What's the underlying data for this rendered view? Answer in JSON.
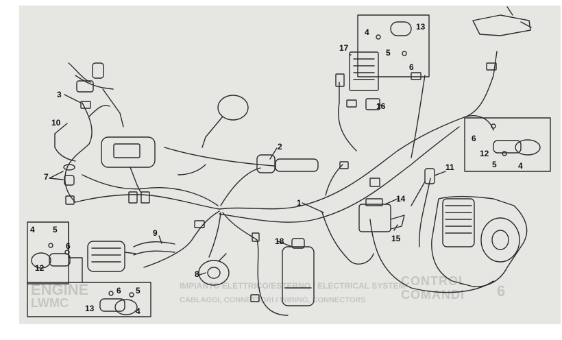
{
  "callouts": {
    "n1": "1",
    "n2": "2",
    "n3": "3",
    "n4a": "4",
    "n4b": "4",
    "n4c": "4",
    "n4d": "4",
    "n5a": "5",
    "n5b": "5",
    "n5c": "5",
    "n5d": "5",
    "n6a": "6",
    "n6b": "6",
    "n6c": "6",
    "n6d": "6",
    "n7": "7",
    "n8": "8",
    "n9": "9",
    "n10": "10",
    "n11": "11",
    "n12a": "12",
    "n12b": "12",
    "n13a": "13",
    "n13b": "13",
    "n14": "14",
    "n15": "15",
    "n16": "16",
    "n17": "17",
    "n18": "18"
  },
  "background_print": {
    "line_a": "IMPIANTO ELETTRICO/ESTERNO / ELECTRICAL SYSTEM",
    "line_b": "CABLAGGI, CONNETTORI / WIRING, CONNECTORS",
    "word_a": "CONTROL",
    "word_b": "COMANDI",
    "logo_a": "ENGINE",
    "logo_b": "LWMC",
    "corner": "6"
  },
  "colors": {
    "paper": "#e6e6e3",
    "ink": "#2a2a2a",
    "ghost": "#bdbdb9"
  }
}
